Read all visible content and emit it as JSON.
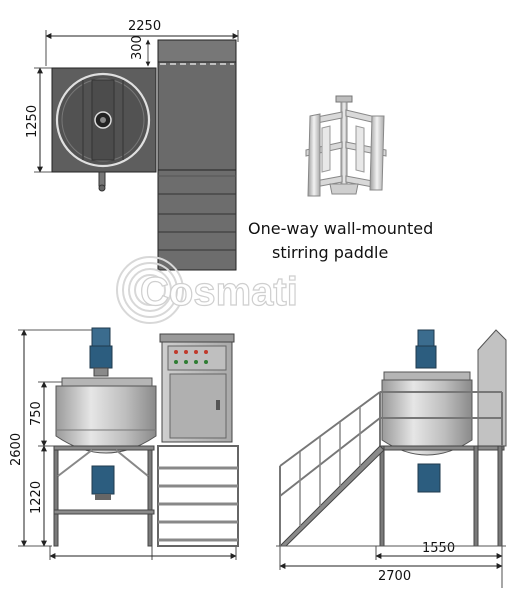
{
  "dimensions": {
    "top_width": "2250",
    "top_offset": "300",
    "top_depth": "1250",
    "front_upper": "750",
    "front_total": "2600",
    "front_lower": "1220",
    "side_partial": "1550",
    "side_total": "2700"
  },
  "caption": {
    "line1": "One-way wall-mounted",
    "line2": "stirring paddle"
  },
  "logo": {
    "text": "Cosmati"
  },
  "colors": {
    "steel_dark": "#5b5b5b",
    "steel_light": "#c8c8c8",
    "motor_blue": "#2c5d7f",
    "outline": "#222222"
  }
}
